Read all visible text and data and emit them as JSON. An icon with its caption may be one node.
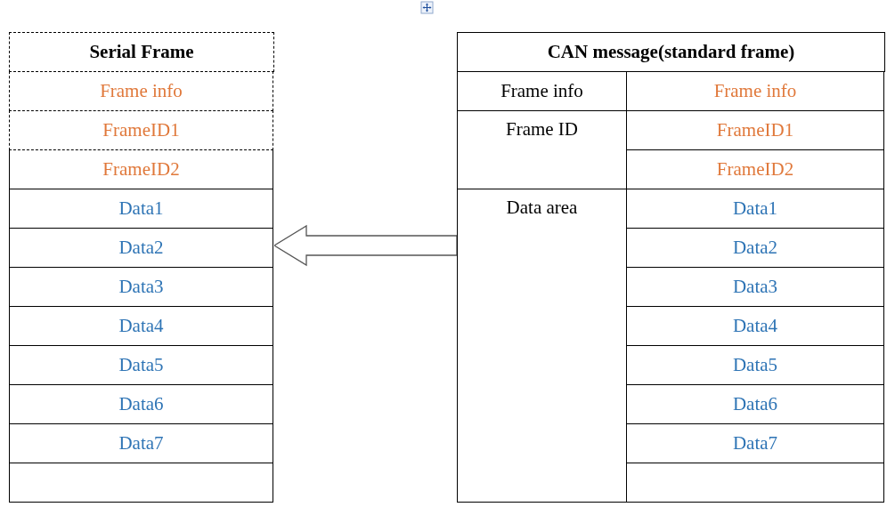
{
  "diagram": {
    "nodes": [
      {
        "text": [
          "Serial Frame"
        ]
      },
      {
        "text": [
          "Frame info"
        ],
        "in": 0
      },
      {
        "text": [
          "FrameID1"
        ],
        "in": 0
      },
      {
        "text": [
          "FrameID2"
        ],
        "in": 0
      },
      {
        "text": [
          "Data1"
        ],
        "in": 0
      },
      {
        "text": [
          "Data2"
        ],
        "in": 0
      },
      {
        "text": [
          "Data3"
        ],
        "in": 0
      },
      {
        "text": [
          "Data4"
        ],
        "in": 0
      },
      {
        "text": [
          "Data5"
        ],
        "in": 0
      },
      {
        "text": [
          "Data6"
        ],
        "in": 0
      },
      {
        "text": [
          "Data7"
        ],
        "in": 0
      },
      {
        "text": [],
        "shape": "box",
        "in": 0
      },
      {
        "text": [
          "CAN message(standard frame)"
        ]
      },
      {
        "text": [
          "Frame info"
        ],
        "in": 12
      },
      {
        "text": [
          "Frame info"
        ],
        "in": 12
      },
      {
        "text": [
          "Frame ID"
        ],
        "in": 12
      },
      {
        "text": [
          "FrameID1"
        ],
        "in": 12
      },
      {
        "text": [
          "FrameID2"
        ],
        "in": 12
      },
      {
        "text": [
          "Data area"
        ],
        "in": 12
      },
      {
        "text": [
          "Data1"
        ],
        "in": 12
      },
      {
        "text": [
          "Data2"
        ],
        "in": 12
      },
      {
        "text": [
          "Data3"
        ],
        "in": 12
      },
      {
        "text": [
          "Data4"
        ],
        "in": 12
      },
      {
        "text": [
          "Data5"
        ],
        "in": 12
      },
      {
        "text": [
          "Data6"
        ],
        "in": 12
      },
      {
        "text": [
          "Data7"
        ],
        "in": 12
      },
      {
        "text": [],
        "shape": "box",
        "in": 12
      }
    ],
    "edges": [
      {
        "from": 12,
        "to": 0,
        "arrow": "to"
      }
    ]
  }
}
